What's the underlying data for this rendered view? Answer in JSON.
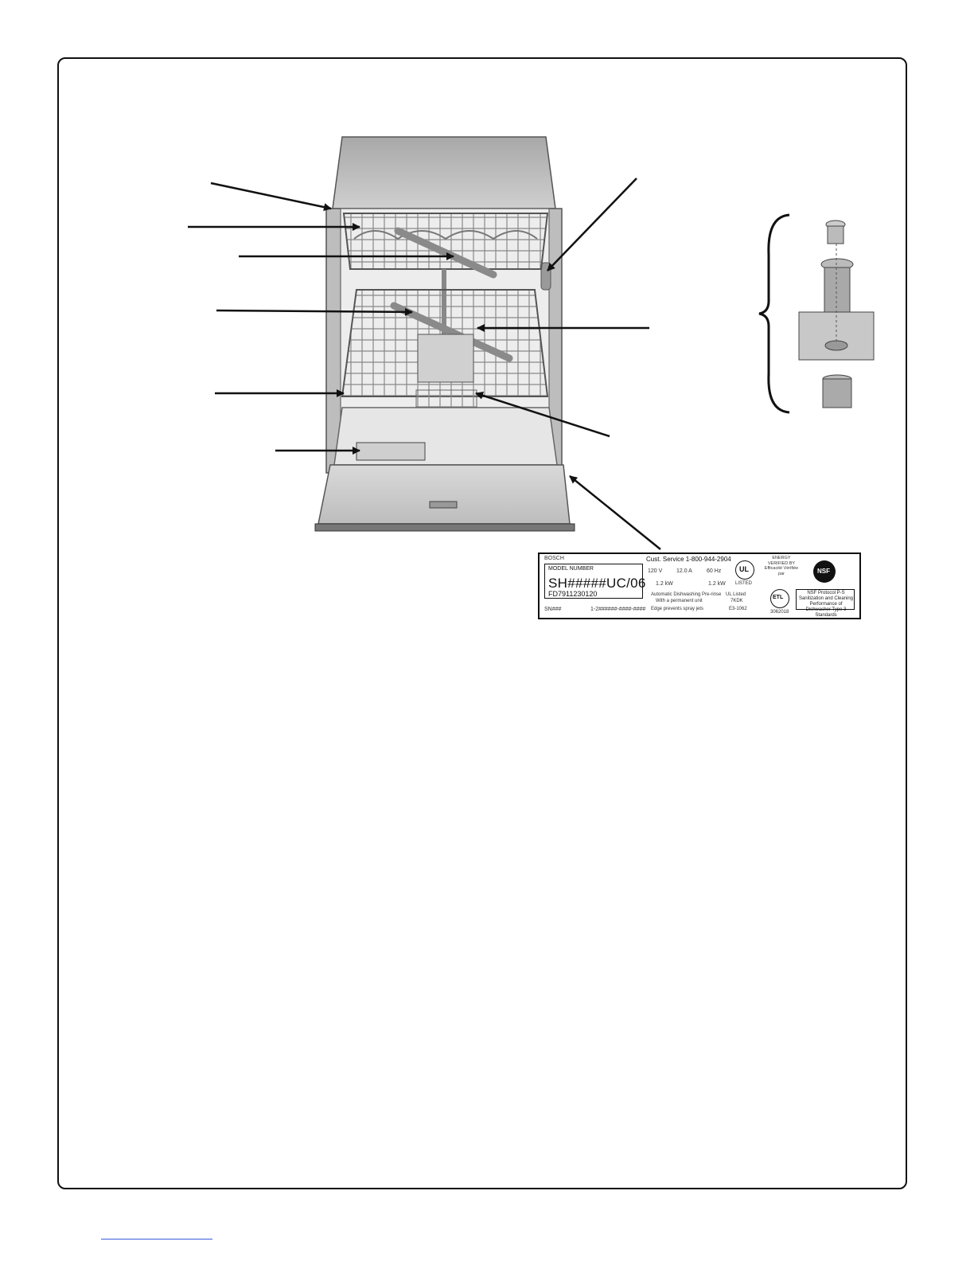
{
  "rating_label": {
    "brand": "BOSCH",
    "service_line": "Cust. Service 1-800-944-2904",
    "model_heading": "MODEL NUMBER",
    "model_number": "SH#####UC/06",
    "fd_code": "FD7911230120",
    "serial_heading": "SN###",
    "serial_value": "1-2######-####-####",
    "voltage": "120 V",
    "amperage": "12.0 A",
    "frequency": "60 Hz",
    "power_1": "1.2 kW",
    "power_2": "1.2 kW",
    "rating_caption_1": "Automatic Dishwashing Pre-rinse",
    "rating_caption_2": "With a permanent unit",
    "rating_caption_3": "Edge prevents spray jets",
    "code_1": "UL Listed",
    "code_2": "7KDK",
    "code_3": "E3-1062",
    "ul_mark": "UL",
    "ul_caption": "LISTED",
    "etl_mark": "ETL",
    "etl_caption": "3062018",
    "energy_caption": "ENERGY VERIFIED BY Efficacité Vérifiée par",
    "nsf_mark": "NSF",
    "nsf_text": "NSF Protocol P-S Sanitization and Cleaning Performance of Dishwasher Type 3 Standards"
  }
}
